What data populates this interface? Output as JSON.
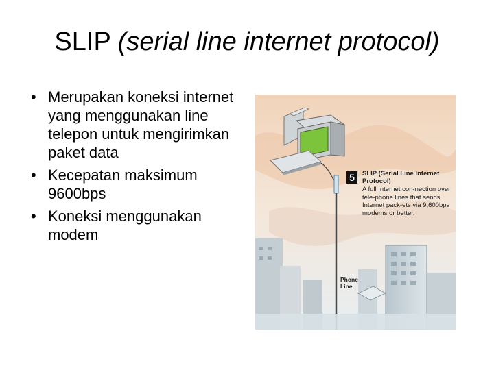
{
  "slide": {
    "title_main": "SLIP",
    "title_italic": "(serial line internet protocol)",
    "bullets": [
      "Merupakan koneksi internet yang menggunakan line telepon untuk mengirimkan paket data",
      "Kecepatan maksimum 9600bps",
      "Koneksi menggunakan modem"
    ]
  },
  "figure": {
    "step_number": "5",
    "caption_title": "SLIP (Serial Line Internet Protocol)",
    "caption_body": "A full Internet con-nection over tele-phone lines that sends Internet pack-ets via 9,600bps modems or better.",
    "phone_label": "Phone Line"
  }
}
